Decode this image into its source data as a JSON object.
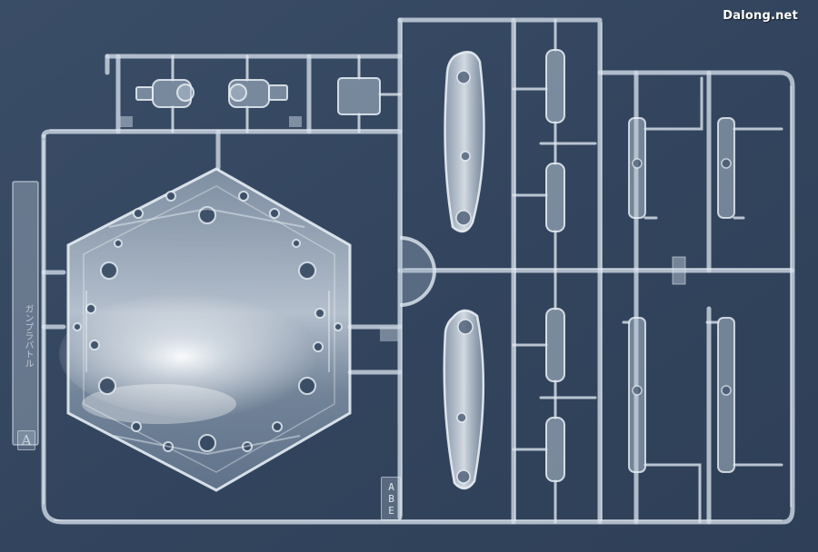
{
  "watermark": {
    "text": "Dalong.net"
  },
  "runner": {
    "gate_letter": "A",
    "part_code": "ABE",
    "side_label": "ガンプラバトル"
  },
  "colors": {
    "backdrop": "#34465f",
    "clear_plastic": "#d9e3ee",
    "plastic_shadow": "#7f92a8"
  }
}
